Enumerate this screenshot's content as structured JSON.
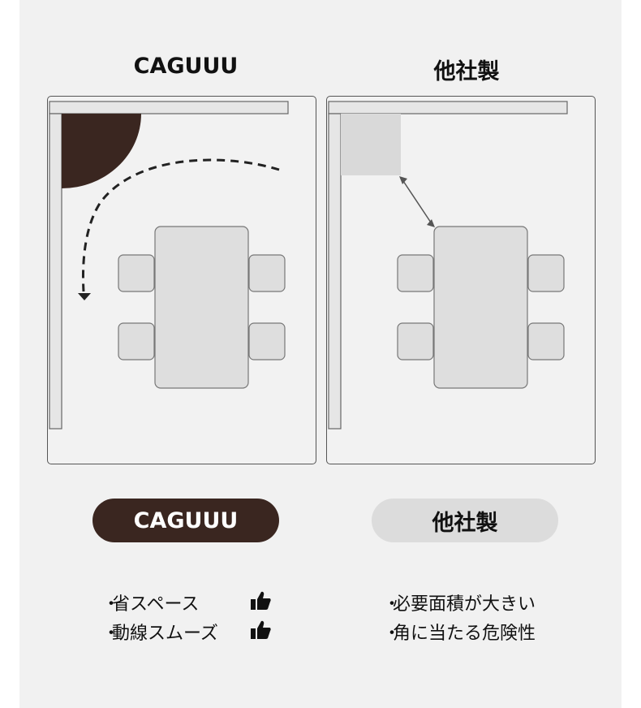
{
  "left": {
    "title": "CAGUUU",
    "badge": "CAGUUU",
    "features": [
      "省スペース",
      "動線スムーズ"
    ]
  },
  "right": {
    "title": "他社製",
    "badge": "他社製",
    "features": [
      "必要面積が大きい",
      "角に当たる危険性"
    ]
  },
  "bullet_char": "・",
  "colors": {
    "brand_dark": "#3a2620",
    "pill_light": "#dcdcdc",
    "furniture": "#dedede",
    "wall": "#e6e6e6"
  },
  "icons": {
    "feature": "thumbs-up-icon",
    "left_door": "door-swing-icon",
    "left_path": "dashed-curved-arrow-icon",
    "right_door": "door-area-icon",
    "right_arrow": "double-arrow-icon"
  }
}
